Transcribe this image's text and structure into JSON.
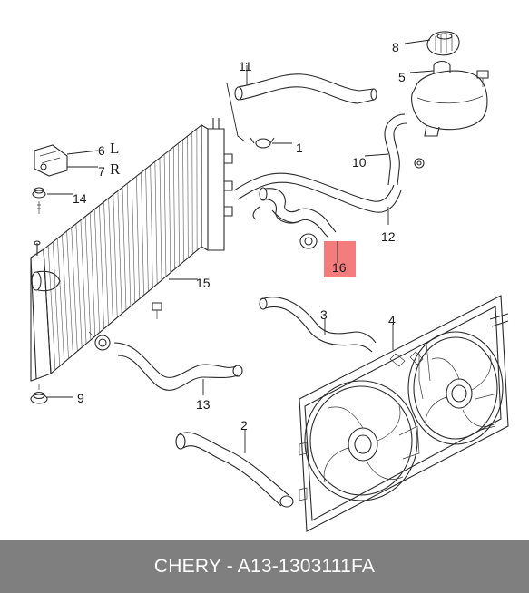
{
  "labels": {
    "p1": "1",
    "p2": "2",
    "p3": "3",
    "p4": "4",
    "p5": "5",
    "p6": "6",
    "p6_side": "L",
    "p7": "7",
    "p7_side": "R",
    "p8": "8",
    "p9": "9",
    "p10": "10",
    "p11": "11",
    "p12": "12",
    "p13": "13",
    "p14": "14",
    "p15": "15",
    "p16": "16"
  },
  "highlight": {
    "part": "16",
    "color": "#f47c7c"
  },
  "footer": {
    "text": "CHERY - A13-1303111FA",
    "background": "#7f7f7f",
    "color": "#ffffff"
  }
}
